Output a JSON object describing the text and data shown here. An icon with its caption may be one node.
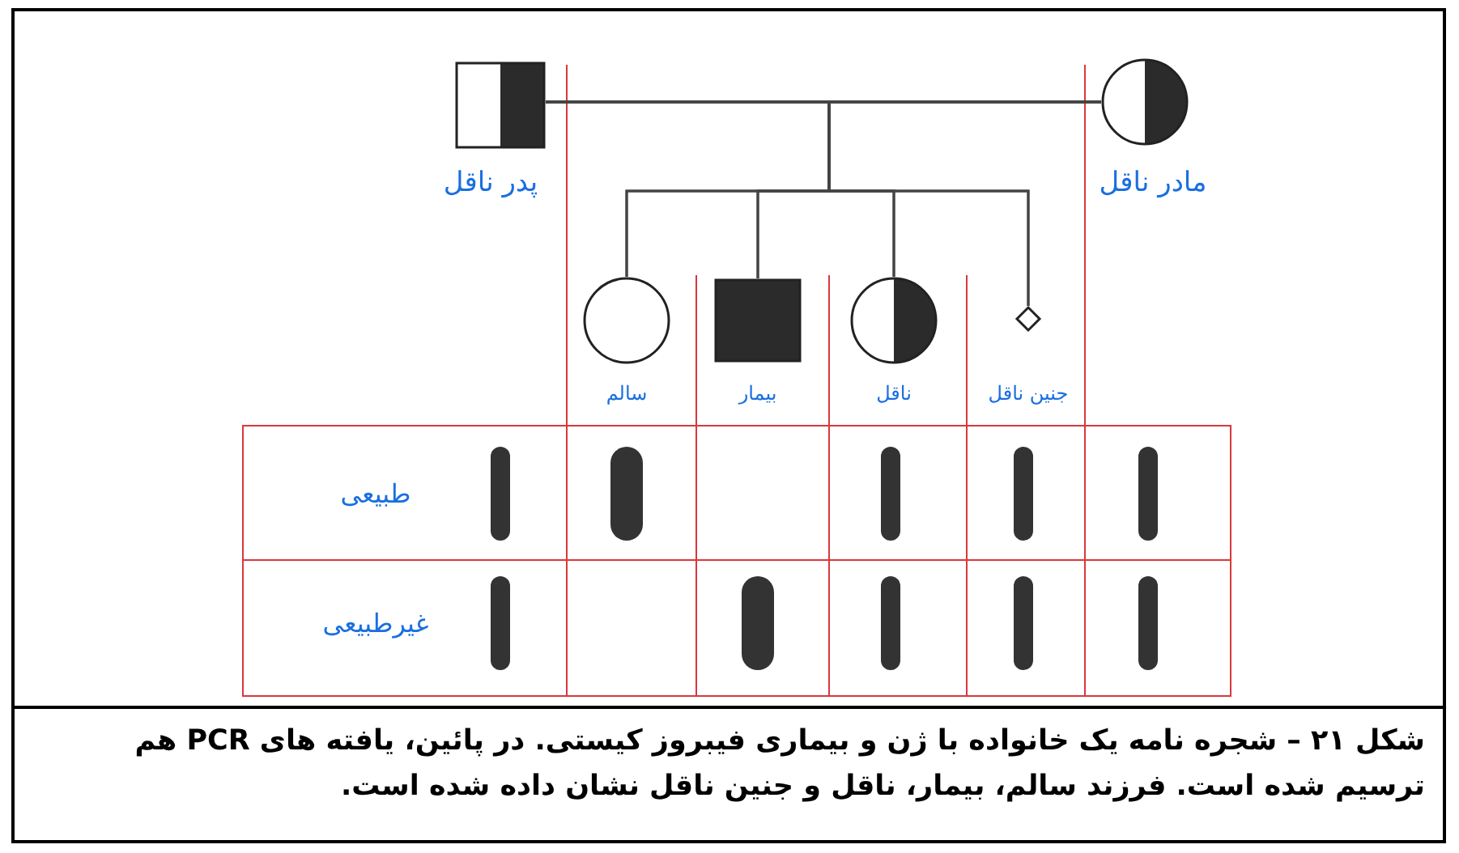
{
  "diagram": {
    "caption": "شکل ۲۱ – شجره نامه یک خانواده با ژن و بیماری فیبروز کیستی. در پائین، یافته های PCR هم ترسیم شده است. فرزند سالم، بیمار، ناقل و جنین ناقل نشان داده شده است.",
    "nodes": [
      {
        "text": [],
        "shape": "box",
        "beside": [
          "پدر ناقل"
        ]
      },
      {
        "text": [],
        "shape": "circle",
        "beside": [
          "مادر ناقل"
        ]
      },
      {
        "text": [],
        "shape": "circle",
        "beside": [
          "سالم"
        ]
      },
      {
        "text": [],
        "shape": "box",
        "beside": [
          "بیمار"
        ]
      },
      {
        "text": [],
        "shape": "circle",
        "beside": [
          "ناقل"
        ]
      },
      {
        "text": [],
        "shape": "diamond",
        "beside": [
          "جنین ناقل"
        ]
      }
    ],
    "edges": [
      {
        "from": 0,
        "to": 1,
        "arrow": "none"
      },
      {
        "from": 0,
        "to": 2,
        "arrow": "none"
      },
      {
        "from": 1,
        "to": 2,
        "arrow": "none"
      },
      {
        "from": 0,
        "to": 3,
        "arrow": "none"
      },
      {
        "from": 1,
        "to": 3,
        "arrow": "none"
      },
      {
        "from": 0,
        "to": 4,
        "arrow": "none"
      },
      {
        "from": 1,
        "to": 4,
        "arrow": "none"
      },
      {
        "from": 0,
        "to": 5,
        "arrow": "none"
      },
      {
        "from": 1,
        "to": 5,
        "arrow": "none"
      }
    ],
    "labels": [
      "طبیعی",
      "غیرطبیعی"
    ]
  }
}
